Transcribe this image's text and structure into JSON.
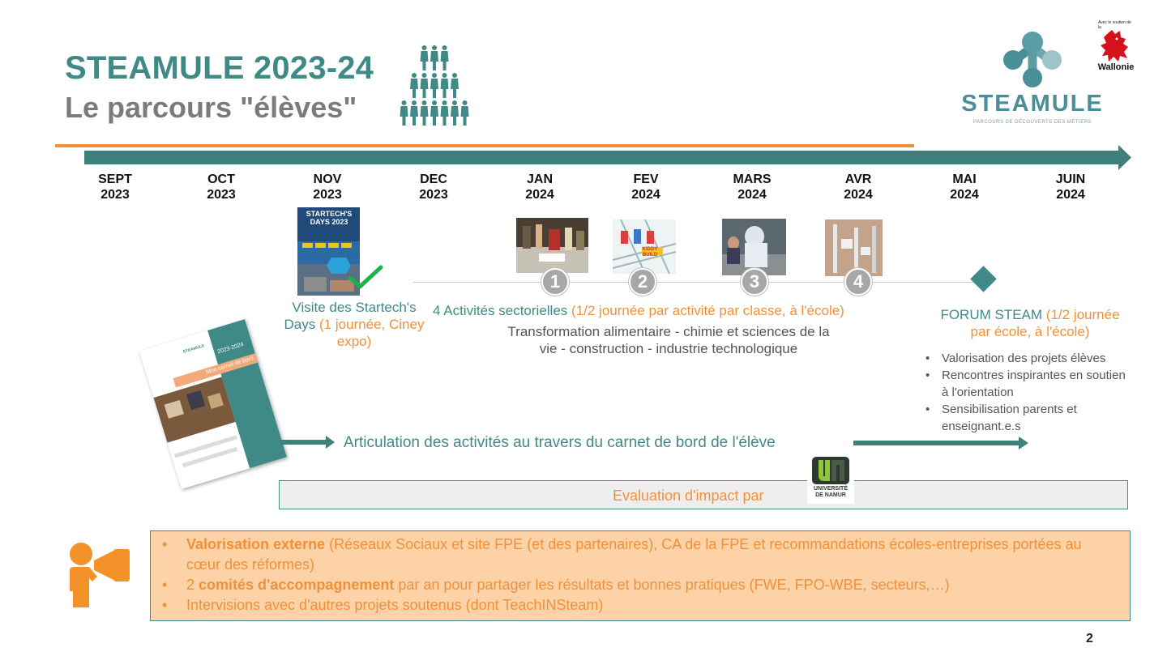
{
  "header": {
    "title": "STEAMULE 2023-24",
    "subtitle": "Le parcours \"élèves\""
  },
  "logo": {
    "name": "STEAMULE",
    "tagline": "PARCOURS DE DÉCOUVERTE DES MÉTIERS"
  },
  "wallonie": {
    "small_text": "Avec le soutien de la",
    "name": "Wallonie"
  },
  "timeline": {
    "months": [
      {
        "m": "SEPT",
        "y": "2023"
      },
      {
        "m": "OCT",
        "y": "2023"
      },
      {
        "m": "NOV",
        "y": "2023"
      },
      {
        "m": "DEC",
        "y": "2023"
      },
      {
        "m": "JAN",
        "y": "2024"
      },
      {
        "m": "FEV",
        "y": "2024"
      },
      {
        "m": "MARS",
        "y": "2024"
      },
      {
        "m": "AVR",
        "y": "2024"
      },
      {
        "m": "MAI",
        "y": "2024"
      },
      {
        "m": "JUIN",
        "y": "2024"
      }
    ]
  },
  "startech": {
    "poster_title": "STARTECH'S DAYS 2023",
    "label_teal": "Visite des Startech's Days",
    "label_orange": "(1 journée, Ciney expo)"
  },
  "activities": {
    "badges": [
      "1",
      "2",
      "3",
      "4"
    ],
    "title_teal": "4 Activités sectorielles",
    "title_orange": "(1/2 journée par activité par classe, à l'école)",
    "sectors": "Transformation alimentaire - chimie et sciences de la vie - construction - industrie technologique",
    "kiddy": "KIDDY BUILD"
  },
  "forum": {
    "title_teal": "FORUM STEAM",
    "title_orange": "(1/2 journée par école, à l'école)",
    "bullets": [
      "Valorisation des projets élèves",
      "Rencontres inspirantes en soutien à l'orientation",
      "Sensibilisation parents et enseignant.e.s"
    ]
  },
  "carnet": {
    "year": "2023-2024",
    "title": "Mon carnet de bord",
    "brand": "STEAMULE",
    "articulation": "Articulation des activités au travers du carnet de bord de l'élève"
  },
  "evaluation": {
    "text": "Evaluation d'impact par",
    "unamur_line1": "UNIVERSITÉ",
    "unamur_line2": "DE NAMUR"
  },
  "bottom": {
    "items": [
      {
        "bold": "Valorisation externe",
        "rest": " (Réseaux Sociaux et site FPE (et des partenaires), CA de la FPE et recommandations écoles-entreprises portées au cœur des réformes)"
      },
      {
        "pre": " 2 ",
        "bold": "comités d'accompagnement",
        "rest": " par an pour partager les résultats et bonnes pratiques (FWE, FPO-WBE, secteurs,…)"
      },
      {
        "bold": "",
        "rest": "Intervisions avec d'autres projets soutenus (dont TeachINSteam)"
      }
    ]
  },
  "page_number": "2",
  "colors": {
    "teal": "#3f8a86",
    "orange": "#f0913a",
    "gray": "#7b7b7b",
    "box_fill": "#fdd2a7"
  }
}
